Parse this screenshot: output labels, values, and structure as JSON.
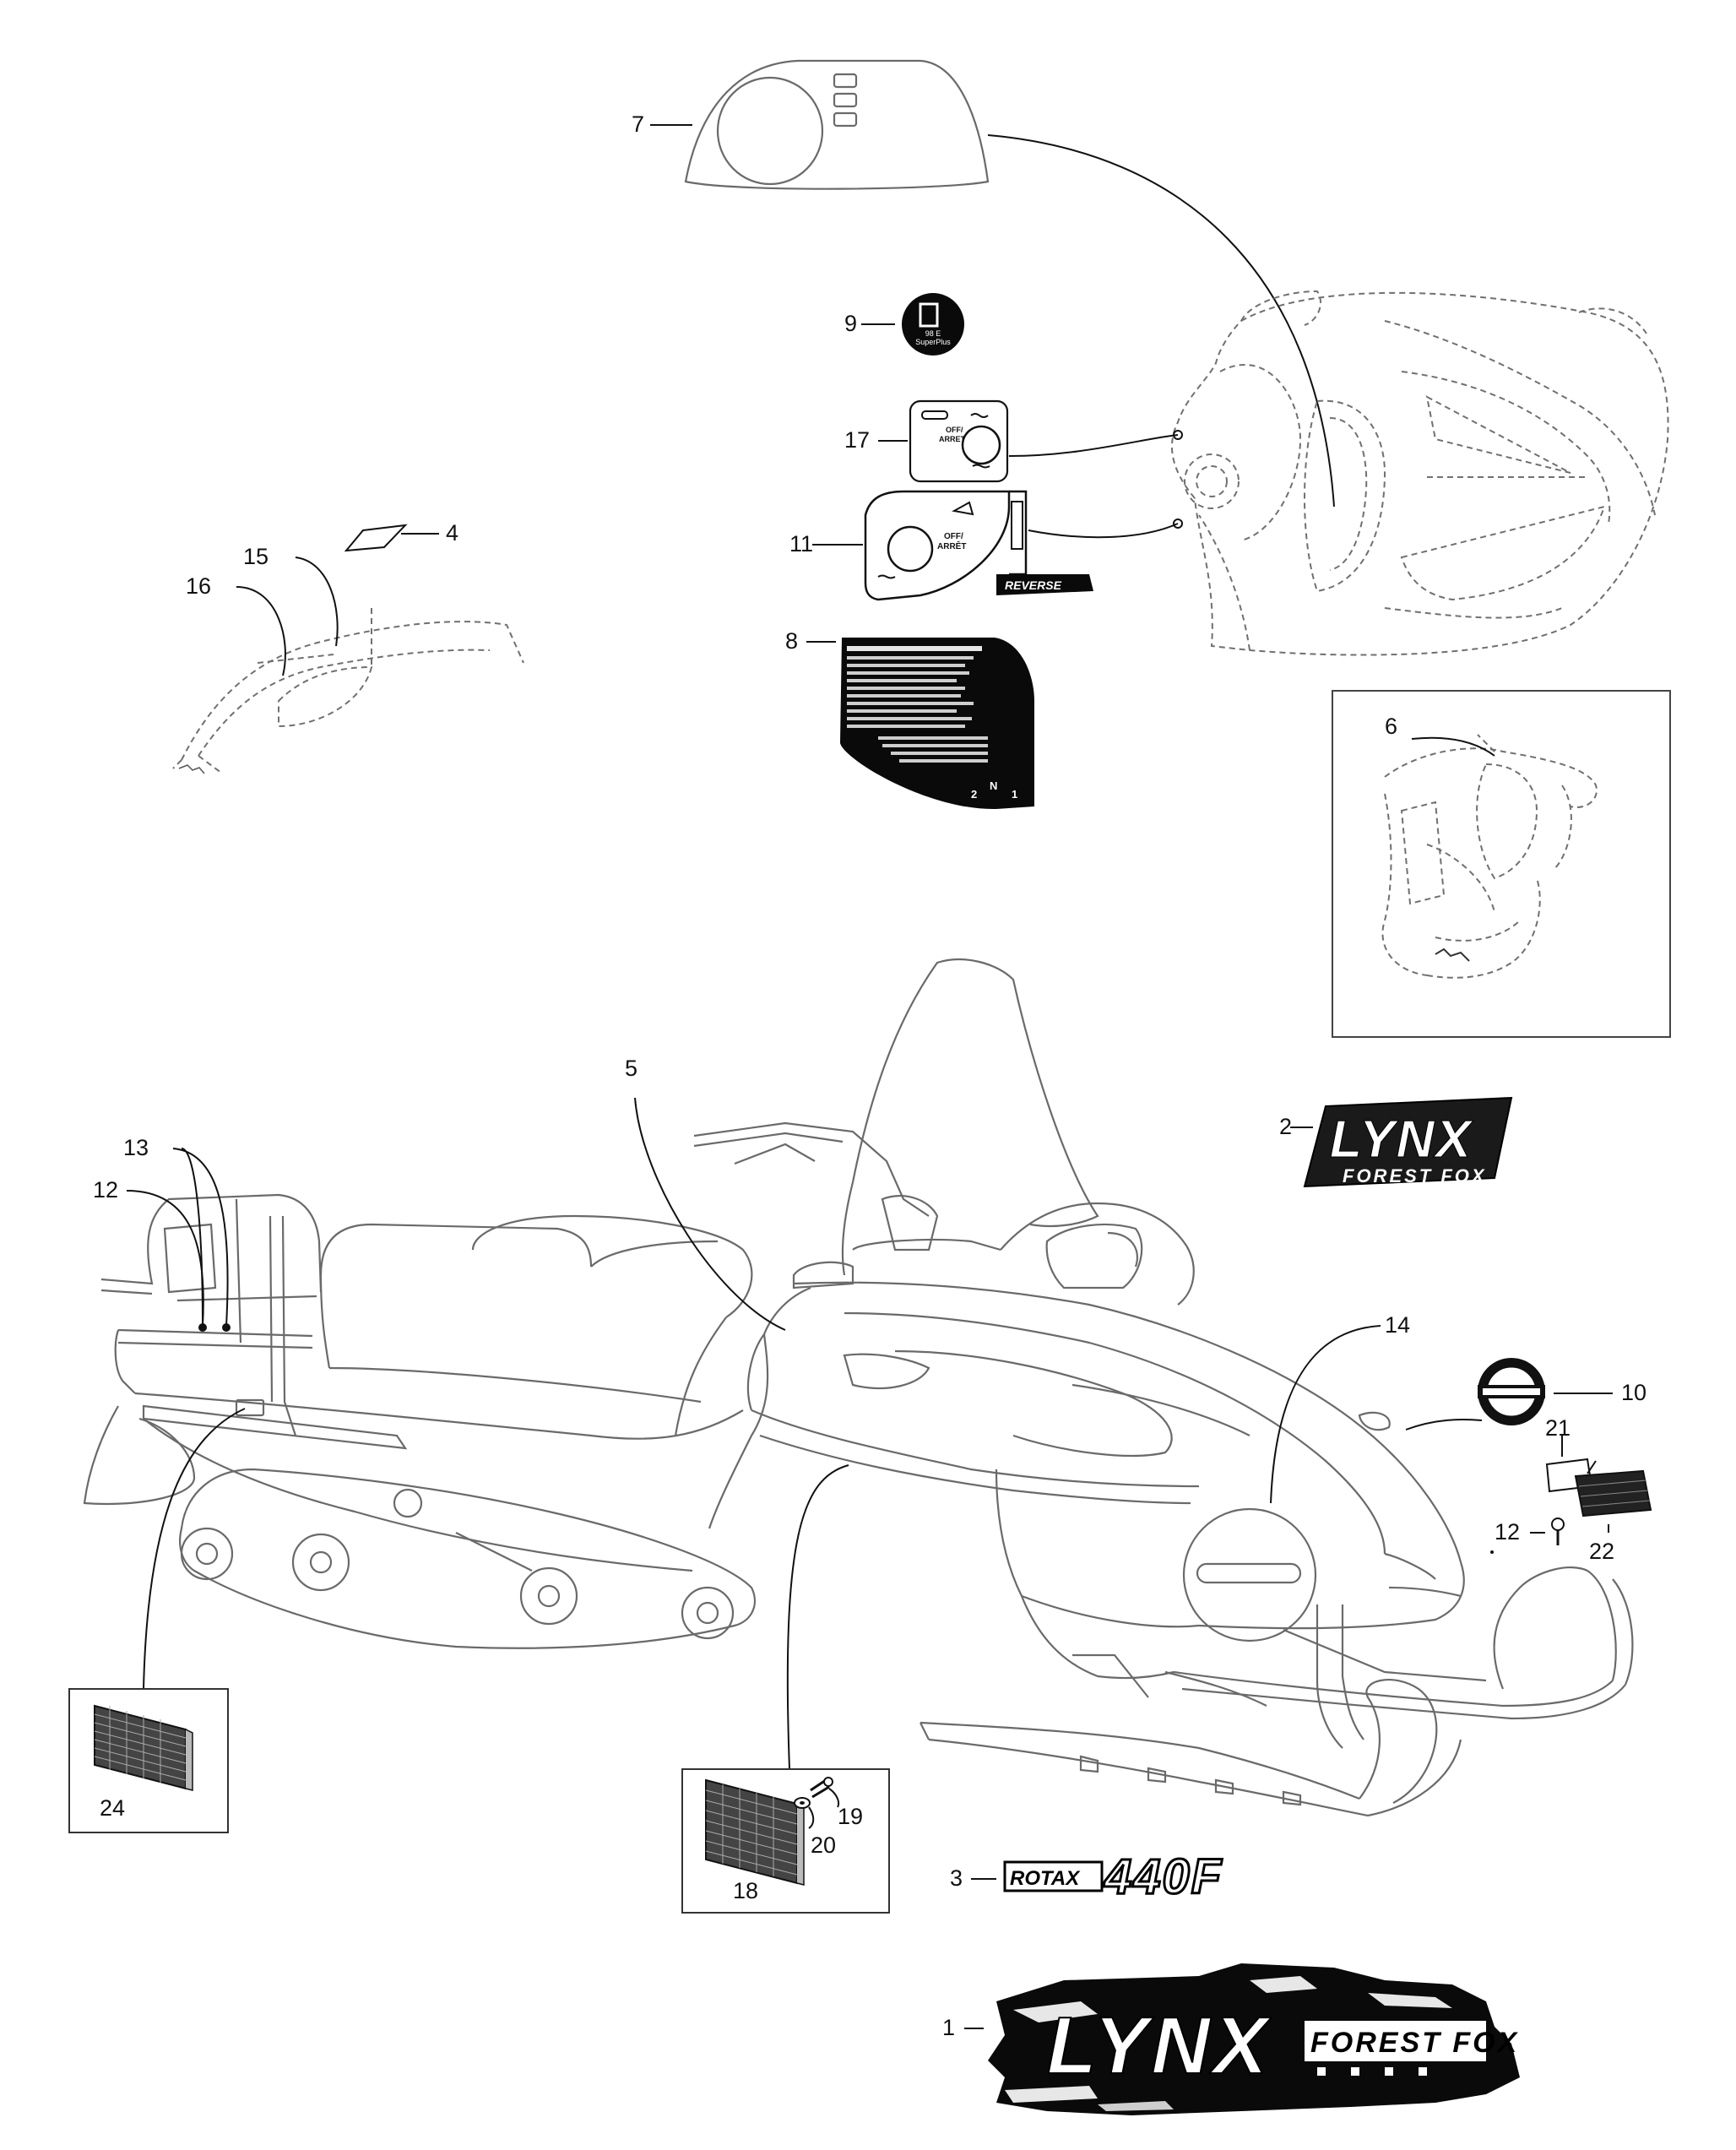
{
  "callouts": {
    "c1": "1",
    "c2": "2",
    "c3": "3",
    "c4": "4",
    "c5": "5",
    "c6": "6",
    "c7": "7",
    "c8": "8",
    "c9": "9",
    "c10": "10",
    "c11": "11",
    "c12a": "12",
    "c12b": "12",
    "c13": "13",
    "c14": "14",
    "c15": "15",
    "c16": "16",
    "c17": "17",
    "c18": "18",
    "c19": "19",
    "c20": "20",
    "c21": "21",
    "c22": "22",
    "c24": "24"
  },
  "decals": {
    "fuel_label": "SuperPlus",
    "fuel_octane": "98 E",
    "key_off_a": "OFF/",
    "key_off_b": "ARRET",
    "key_off_c": "OFF/",
    "key_off_d": "ARRÊT",
    "reverse": "REVERSE",
    "gear_n": "N",
    "gear_1": "1",
    "gear_2": "2",
    "lynx_wordmark": "LYNX",
    "forest_line": "FOREST FOX",
    "rotax_word": "ROTAX",
    "engine_model": "440F"
  },
  "colors": {
    "line": "#6a6a6a",
    "ink": "#0a0a0a",
    "background": "#ffffff"
  }
}
